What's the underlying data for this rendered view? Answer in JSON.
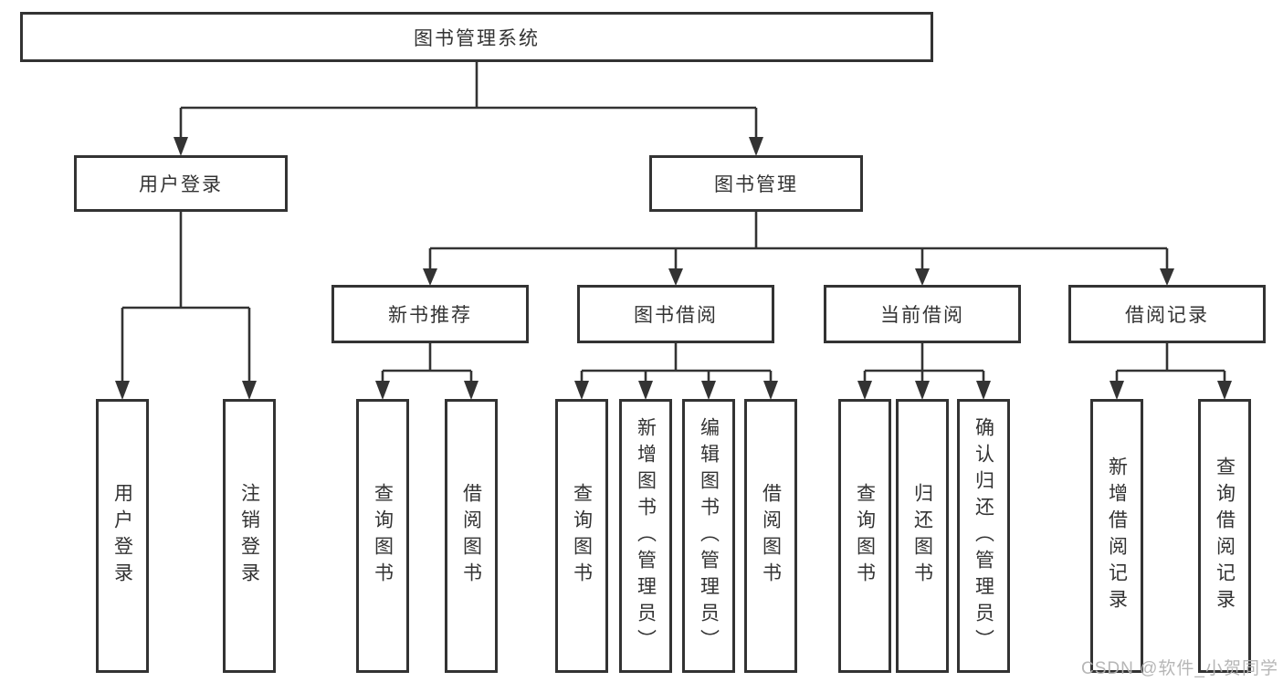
{
  "diagram": {
    "tree": {
      "label": "图书管理系统",
      "children": [
        {
          "label": "用户登录",
          "children": [
            {
              "label": "用户登录"
            },
            {
              "label": "注销登录"
            }
          ]
        },
        {
          "label": "图书管理",
          "children": [
            {
              "label": "新书推荐",
              "children": [
                {
                  "label": "查询图书"
                },
                {
                  "label": "借阅图书"
                }
              ]
            },
            {
              "label": "图书借阅",
              "children": [
                {
                  "label": "查询图书"
                },
                {
                  "label": "新增图书（管理员）"
                },
                {
                  "label": "编辑图书（管理员）"
                },
                {
                  "label": "借阅图书"
                }
              ]
            },
            {
              "label": "当前借阅",
              "children": [
                {
                  "label": "查询图书"
                },
                {
                  "label": "归还图书"
                },
                {
                  "label": "确认归还（管理员）"
                }
              ]
            },
            {
              "label": "借阅记录",
              "children": [
                {
                  "label": "新增借阅记录"
                },
                {
                  "label": "查询借阅记录"
                }
              ]
            }
          ]
        }
      ]
    },
    "colors": {
      "line": "#333333",
      "text": "#333333",
      "background": "#ffffff",
      "watermark": "#b3b3b3"
    }
  },
  "watermark": {
    "text": "CSDN @软件_小贺同学"
  }
}
